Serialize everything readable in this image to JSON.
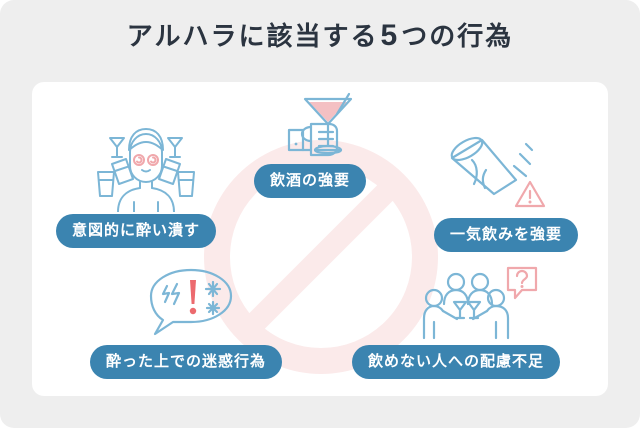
{
  "title": {
    "prefix": "アルハラに該当する",
    "number": "5",
    "suffix": "つの行為",
    "full": "アルハラに該当する5つの行為"
  },
  "colors": {
    "page_background": "#eeeeee",
    "card_background": "#ffffff",
    "title_text": "#2b3440",
    "pill_background": "#3b84b0",
    "pill_text": "#ffffff",
    "icon_blue": "#7cb6d6",
    "accent_pink": "#f0a8ac",
    "watermark_pink": "#fbeaea"
  },
  "watermark": {
    "name": "prohibition-sign",
    "description": "大きな禁止マーク"
  },
  "items": [
    {
      "id": "intentional-drunk",
      "label": "意図的に酔い潰す",
      "icon": "drunk-person-icon"
    },
    {
      "id": "forced-drinking",
      "label": "飲酒の強要",
      "icon": "cocktail-hand-icon"
    },
    {
      "id": "forced-chugging",
      "label": "一気飲みを強要",
      "icon": "chug-glass-warning-icon"
    },
    {
      "id": "drunken-nuisance",
      "label": "酔った上での迷惑行為",
      "icon": "angry-speech-bubble-icon"
    },
    {
      "id": "lack-of-consideration",
      "label": "飲めない人への配慮不足",
      "icon": "group-toast-question-icon"
    }
  ]
}
